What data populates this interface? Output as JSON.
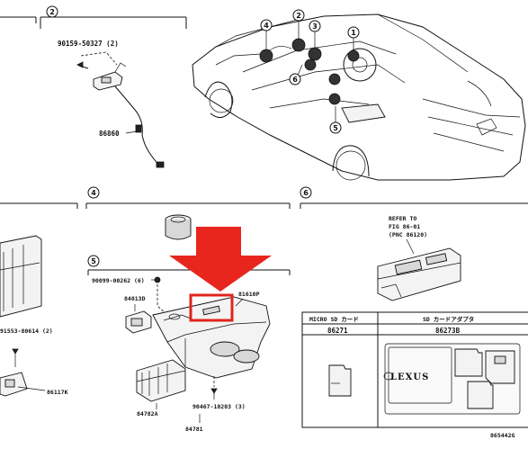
{
  "sections": {
    "s2": {
      "num": "2"
    },
    "s4": {
      "num": "4"
    },
    "s5": {
      "num": "5"
    },
    "s6": {
      "num": "6"
    }
  },
  "car_callouts": [
    "4",
    "2",
    "3",
    "1",
    "6",
    "5"
  ],
  "parts": {
    "p90159": "90159-50327 (2)",
    "p86860": "86860",
    "p91553": "91553-80614 (2)",
    "p86117k": "86117K",
    "p90099": "90099-00262 (6)",
    "p84013d": "84013D",
    "p81610p": "81610P",
    "p84782a": "84782A",
    "p90467": "90467-10203 (3)",
    "p84781": "84781"
  },
  "refer": {
    "line1": "REFER TO",
    "line2": "FIG 86-01",
    "line3": "(PNC 86120)"
  },
  "table": {
    "h1": "MICRO SD カード",
    "h2": "SD カードアダプタ",
    "v1": "86271",
    "v2": "86273B"
  },
  "brand": "LEXUS",
  "diagram_id": "865442G"
}
